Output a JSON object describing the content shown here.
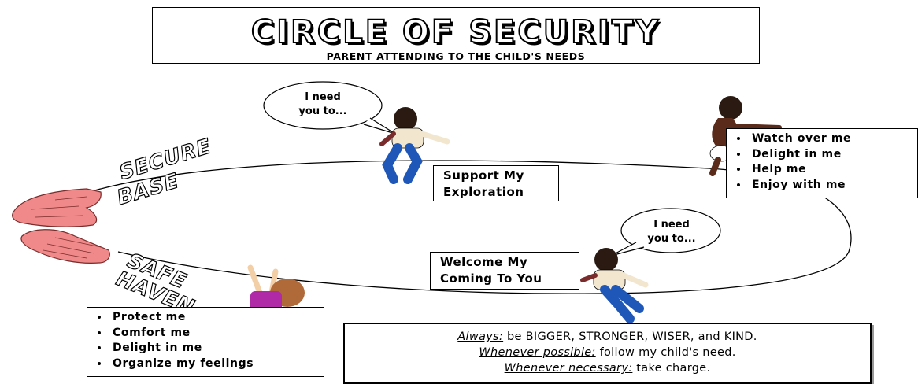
{
  "title": "CIRCLE OF SECURITY",
  "subtitle": "PARENT ATTENDING TO THE CHILD'S NEEDS",
  "labels": {
    "secure": "SECURE",
    "base": "BASE",
    "safe": "SAFE",
    "haven": "HAVEN"
  },
  "bubbles": {
    "top": [
      "I need",
      "you to..."
    ],
    "right": [
      "I need",
      "you to..."
    ]
  },
  "boxes": {
    "support": [
      "Support My",
      "Exploration"
    ],
    "welcome": [
      "Welcome My",
      "Coming To You"
    ]
  },
  "top_right_list": [
    "Watch over me",
    "Delight in me",
    "Help me",
    "Enjoy with me"
  ],
  "bottom_left_list": [
    "Protect me",
    "Comfort me",
    "Delight in me",
    "Organize my feelings"
  ],
  "bottom_box": {
    "line1_em": "Always:",
    "line1_rest": " be BIGGER, STRONGER, WISER, and KIND.",
    "line2_em": "Whenever possible:",
    "line2_rest": " follow my child's need.",
    "line3_em": "Whenever necessary:",
    "line3_rest": " take charge."
  },
  "colors": {
    "hands": "#f08a8a",
    "shirt_child": "#f3e6cf",
    "pants_child": "#1f57b8",
    "top_girl_shirt": "#b02aa8"
  }
}
